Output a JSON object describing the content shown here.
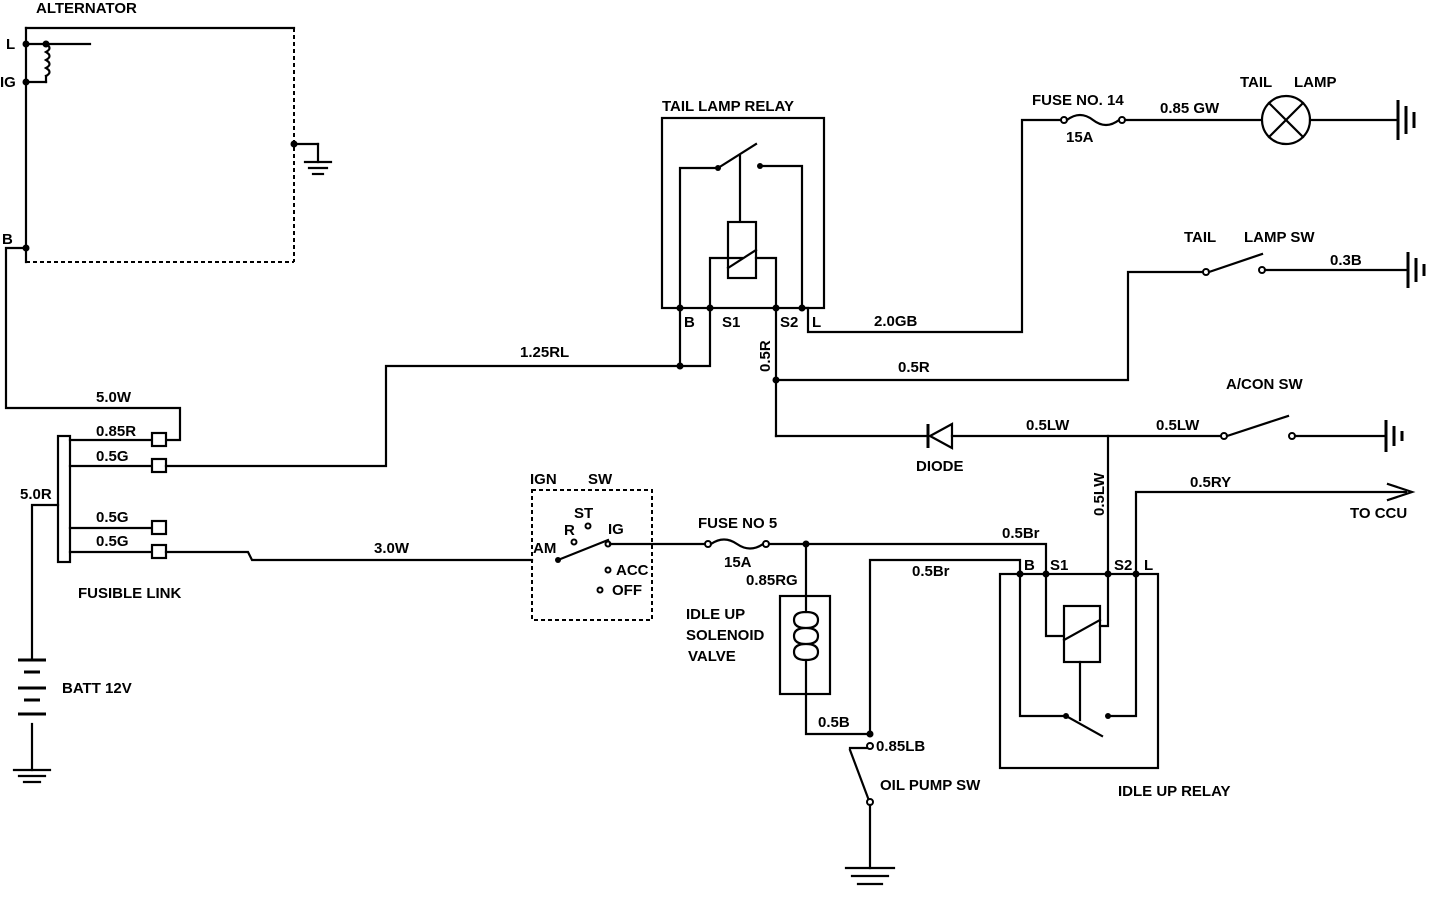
{
  "alternator": {
    "title": "ALTERNATOR",
    "terminals": [
      "L",
      "IG",
      "B"
    ]
  },
  "tail_lamp_relay": {
    "title": "TAIL LAMP RELAY",
    "terminals": [
      "B",
      "S1",
      "S2",
      "L"
    ]
  },
  "fuse14": {
    "title": "FUSE NO. 14",
    "rating": "15A"
  },
  "tail_lamp": {
    "word1": "TAIL",
    "word2": "LAMP"
  },
  "tail_lamp_sw": {
    "word1": "TAIL",
    "word2": "LAMP SW"
  },
  "acon_sw": {
    "title": "A/CON SW"
  },
  "diode": {
    "label": "DIODE"
  },
  "to_ccu": {
    "label": "TO CCU"
  },
  "fusible_link": {
    "title": "FUSIBLE LINK"
  },
  "battery": {
    "title": "BATT 12V"
  },
  "ign_sw": {
    "word1": "IGN",
    "word2": "SW",
    "positions": [
      "AM",
      "R",
      "ST",
      "IG",
      "ACC",
      "OFF"
    ]
  },
  "fuse5": {
    "title": "FUSE NO 5",
    "rating": "15A"
  },
  "idle_solenoid": {
    "line1": "IDLE UP",
    "line2": "SOLENOID",
    "line3": "VALVE"
  },
  "oil_pump_sw": {
    "title": "OIL PUMP SW"
  },
  "idle_up_relay": {
    "title": "IDLE UP RELAY",
    "terminals": [
      "B",
      "S1",
      "S2",
      "L"
    ]
  },
  "wires": {
    "w_125rl": "1.25RL",
    "w_20gb": "2.0GB",
    "w_085gw": "0.85 GW",
    "w_03b": "0.3B",
    "w_05r_v": "0.5R",
    "w_05r_h": "0.5R",
    "w_05lw_1": "0.5LW",
    "w_05lw_2": "0.5LW",
    "w_05lw_v": "0.5LW",
    "w_05ry": "0.5RY",
    "w_50w": "5.0W",
    "w_085r": "0.85R",
    "w_05g_1": "0.5G",
    "w_50r": "5.0R",
    "w_05g_2": "0.5G",
    "w_05g_3": "0.5G",
    "w_30w": "3.0W",
    "w_05br_1": "0.5Br",
    "w_05br_2": "0.5Br",
    "w_085rg": "0.85RG",
    "w_05b": "0.5B",
    "w_085lb": "0.85LB"
  }
}
